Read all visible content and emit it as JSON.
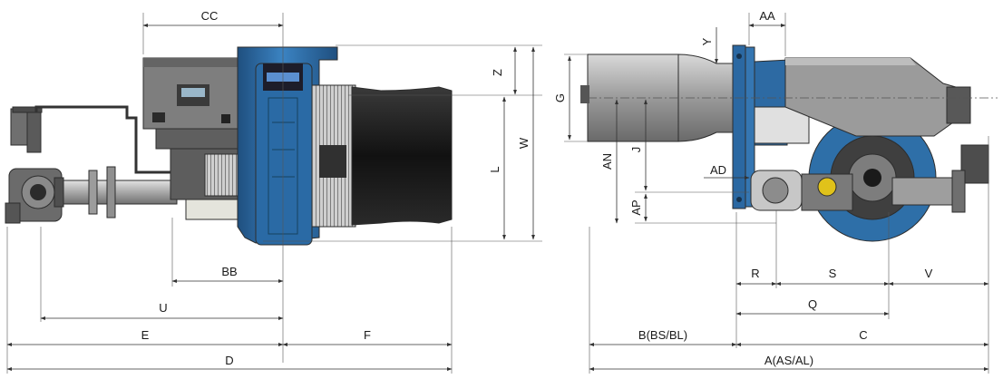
{
  "colors": {
    "burner_blue": "#2e6fa8",
    "blue_dark": "#1f4f7f",
    "housing_grey": "#8f8f8f",
    "housing_dark": "#3a3a3a",
    "nozzle_black": "#151515",
    "pipe_grey": "#b5b5b5"
  },
  "dimensions": {
    "cc": "CC",
    "z": "Z",
    "w": "W",
    "l": "L",
    "bb": "BB",
    "u": "U",
    "e": "E",
    "f": "F",
    "d": "D",
    "aa": "AA",
    "y": "Y",
    "g": "G",
    "an": "AN",
    "j": "J",
    "ad": "AD",
    "ap": "AP",
    "r": "R",
    "s": "S",
    "v": "V",
    "q": "Q",
    "b": "B(BS/BL)",
    "c": "C",
    "a": "A(AS/AL)"
  }
}
